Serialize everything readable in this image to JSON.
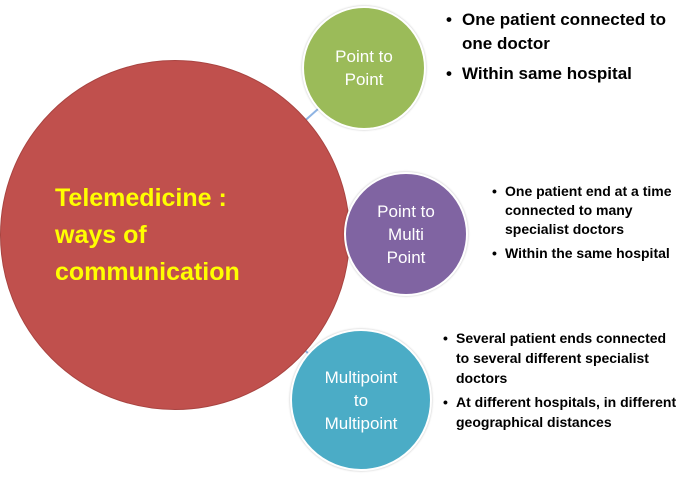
{
  "center": {
    "title_lines": [
      "Telemedicine :",
      "ways of",
      "communication"
    ]
  },
  "nodes": [
    {
      "label_lines": [
        "Point to",
        "Point"
      ],
      "color": "#9bbb59",
      "bullets": [
        "One patient connected to one doctor",
        "Within same hospital"
      ]
    },
    {
      "label_lines": [
        "Point to",
        "Multi",
        "Point"
      ],
      "color": "#8064a2",
      "bullets": [
        "One patient end at a time connected to many specialist doctors",
        "Within the same hospital"
      ]
    },
    {
      "label_lines": [
        "Multipoint",
        "to",
        "Multipoint"
      ],
      "color": "#4bacc6",
      "bullets": [
        "Several patient ends connected to several different specialist doctors",
        "At different hospitals, in different geographical distances"
      ]
    }
  ],
  "colors": {
    "center_fill": "#c0504d",
    "center_text": "#ffff00",
    "connector": "#8eb4e3"
  }
}
